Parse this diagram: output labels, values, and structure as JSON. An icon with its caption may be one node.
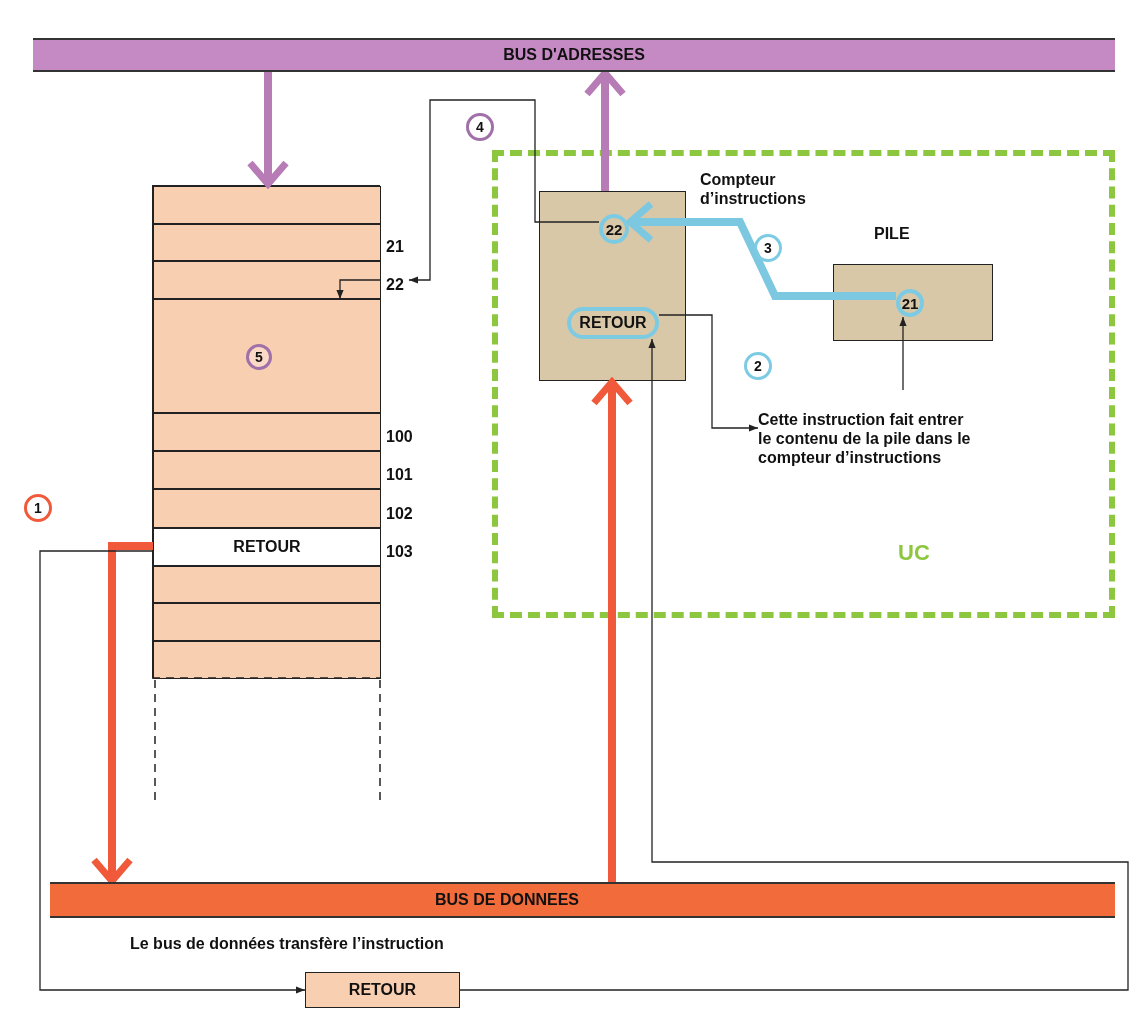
{
  "diagram": {
    "nodes": [
      {
        "text": [
          "BUS D'ADRESSES"
        ]
      },
      {
        "text": [],
        "shape": "box"
      },
      {
        "text": [],
        "shape": "box",
        "in": 1
      },
      {
        "text": [],
        "shape": "box",
        "in": 1,
        "beside": [
          "21"
        ]
      },
      {
        "text": [],
        "shape": "box",
        "in": 1,
        "beside": [
          "22"
        ]
      },
      {
        "text": [],
        "shape": "box",
        "in": 1
      },
      {
        "text": [
          "5"
        ],
        "in": 5
      },
      {
        "text": [],
        "shape": "box",
        "in": 1,
        "beside": [
          "100"
        ]
      },
      {
        "text": [],
        "shape": "box",
        "in": 1,
        "beside": [
          "101"
        ]
      },
      {
        "text": [],
        "shape": "box",
        "in": 1,
        "beside": [
          "102"
        ]
      },
      {
        "text": [
          "RETOUR"
        ],
        "in": 1,
        "beside": [
          "103"
        ]
      },
      {
        "text": [],
        "shape": "box",
        "in": 1
      },
      {
        "text": [],
        "shape": "box",
        "in": 1
      },
      {
        "text": [],
        "shape": "box",
        "in": 1
      },
      {
        "text": [
          "UC"
        ]
      },
      {
        "text": [
          "Compteur d’instructions"
        ],
        "in": 14
      },
      {
        "text": [
          "22"
        ],
        "in": 15
      },
      {
        "text": [
          "RETOUR"
        ],
        "in": 15
      },
      {
        "text": [
          "PILE"
        ],
        "in": 14
      },
      {
        "text": [
          "21"
        ],
        "in": 18
      },
      {
        "text": [
          "Cette instruction fait entrer le contenu de la pile dans le compteur d’instructions"
        ],
        "in": 14
      },
      {
        "text": [
          "2"
        ],
        "in": 14
      },
      {
        "text": [
          "3"
        ],
        "in": 14
      },
      {
        "text": [
          "4"
        ]
      },
      {
        "text": [
          "1"
        ]
      },
      {
        "text": [
          "BUS DE DONNEES"
        ]
      },
      {
        "text": [
          "RETOUR"
        ]
      }
    ],
    "edges": [
      {
        "from": 0,
        "to": 1,
        "arrow": "to",
        "style": "thick",
        "color": "#b77bb5"
      },
      {
        "from": 15,
        "to": 0,
        "arrow": "to",
        "style": "thick",
        "color": "#b77bb5"
      },
      {
        "from": 16,
        "to": 4,
        "arrow": "to"
      },
      {
        "from": 4,
        "to": 5,
        "arrow": "to"
      },
      {
        "from": 19,
        "to": 16,
        "arrow": "to",
        "style": "thick",
        "color": "#7cc8e0"
      },
      {
        "from": 20,
        "to": 19,
        "arrow": "to"
      },
      {
        "from": 17,
        "to": 20,
        "arrow": "to"
      },
      {
        "from": 10,
        "to": 25,
        "arrow": "to",
        "style": "thick",
        "color": "#f05a3a"
      },
      {
        "from": 25,
        "to": 15,
        "arrow": "to",
        "style": "thick",
        "color": "#f05a3a"
      },
      {
        "from": 10,
        "to": 26,
        "arrow": "to"
      },
      {
        "from": 26,
        "to": 17,
        "arrow": "to"
      }
    ],
    "labels": [
      "Le bus de données transfère l’instruction"
    ]
  }
}
